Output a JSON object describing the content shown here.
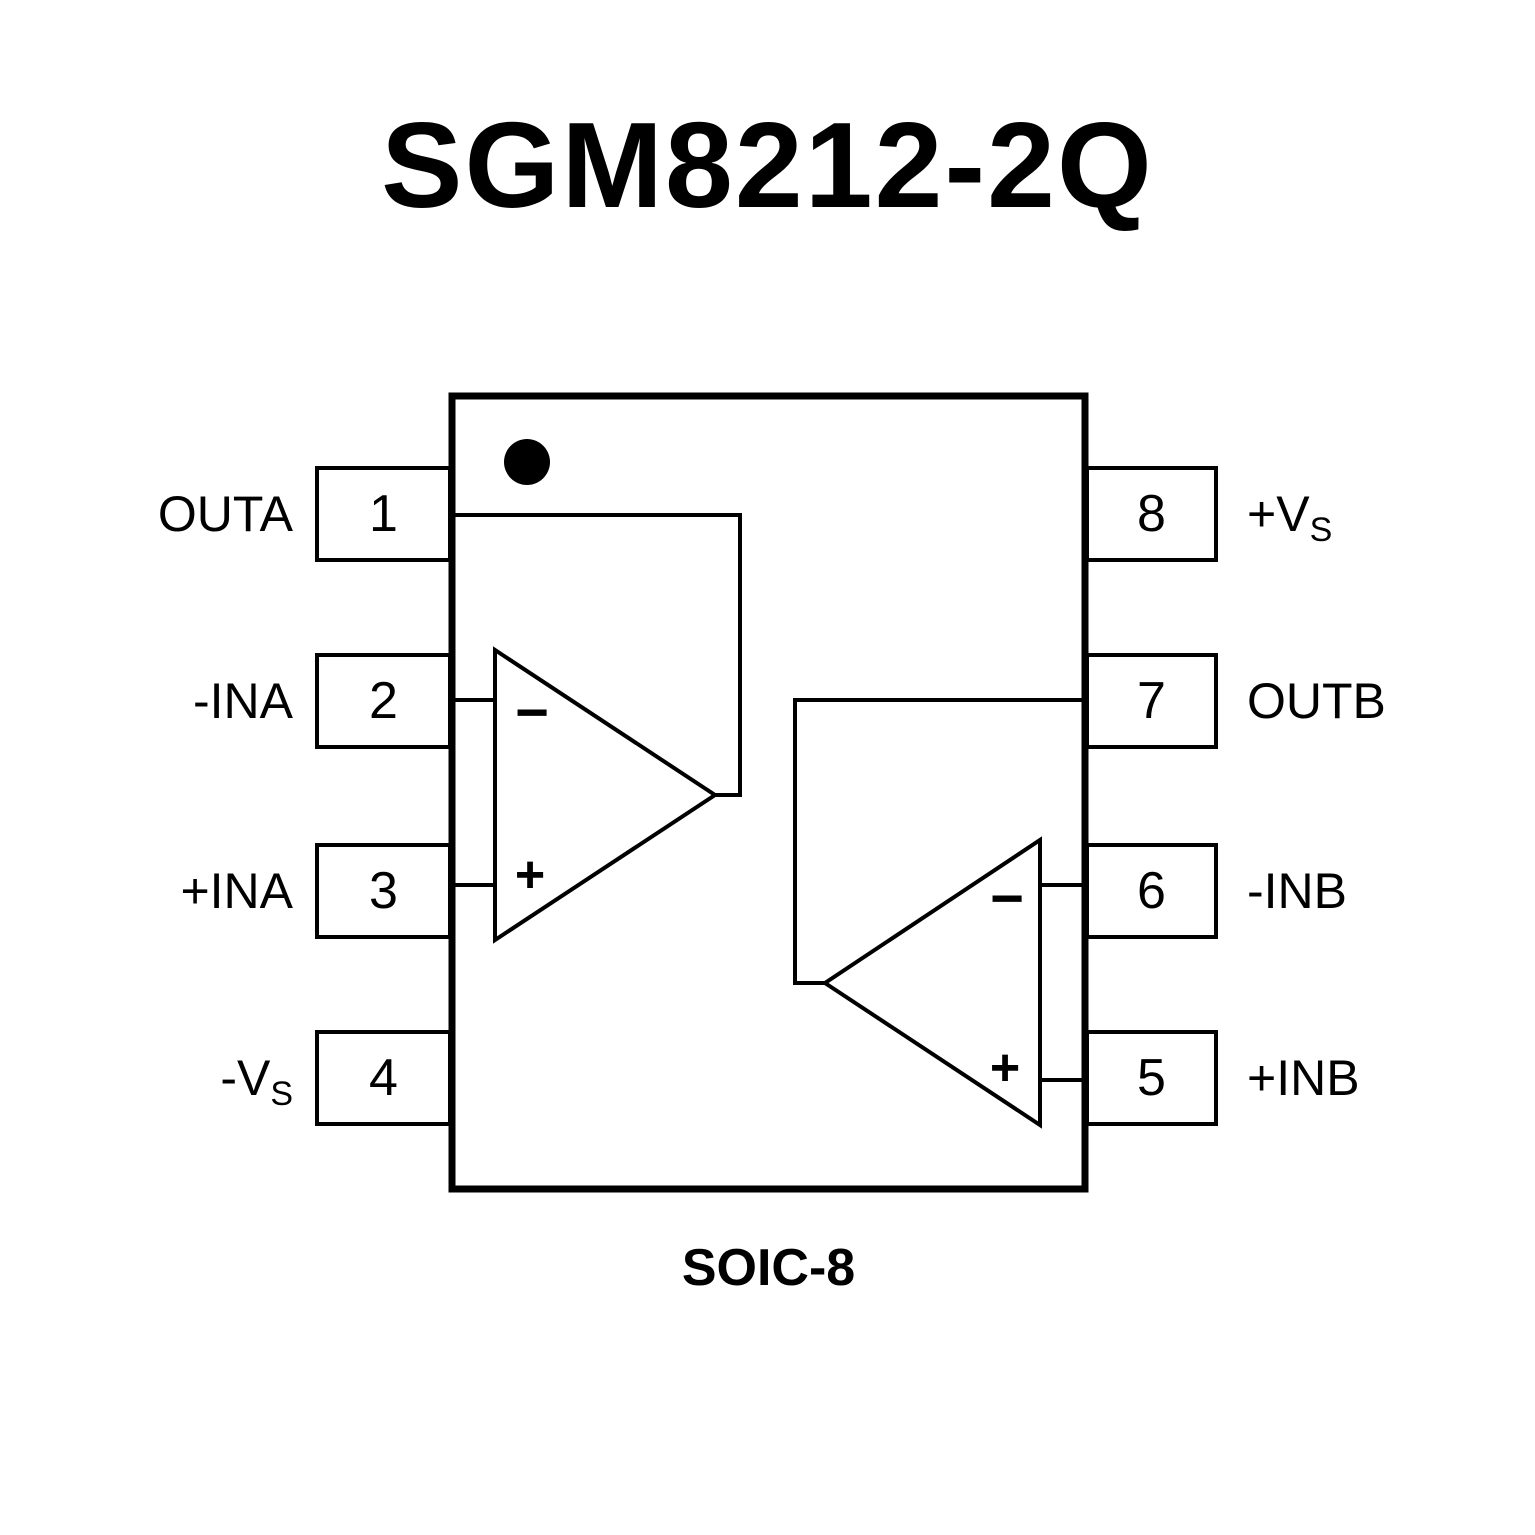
{
  "title": "SGM8212-2Q",
  "package_label": "SOIC-8",
  "ic": {
    "pins_left": [
      {
        "num": "1",
        "label": "OUTA",
        "sub": ""
      },
      {
        "num": "2",
        "label": "-INA",
        "sub": ""
      },
      {
        "num": "3",
        "label": "+INA",
        "sub": ""
      },
      {
        "num": "4",
        "label": "-V",
        "sub": "S"
      }
    ],
    "pins_right": [
      {
        "num": "8",
        "label": "+V",
        "sub": "S"
      },
      {
        "num": "7",
        "label": "OUTB",
        "sub": ""
      },
      {
        "num": "6",
        "label": "-INB",
        "sub": ""
      },
      {
        "num": "5",
        "label": "+INB",
        "sub": ""
      }
    ],
    "opamp_a": {
      "minus": "−",
      "plus": "+"
    },
    "opamp_b": {
      "minus": "−",
      "plus": "+"
    },
    "colors": {
      "line": "#000000",
      "background": "#ffffff"
    }
  }
}
